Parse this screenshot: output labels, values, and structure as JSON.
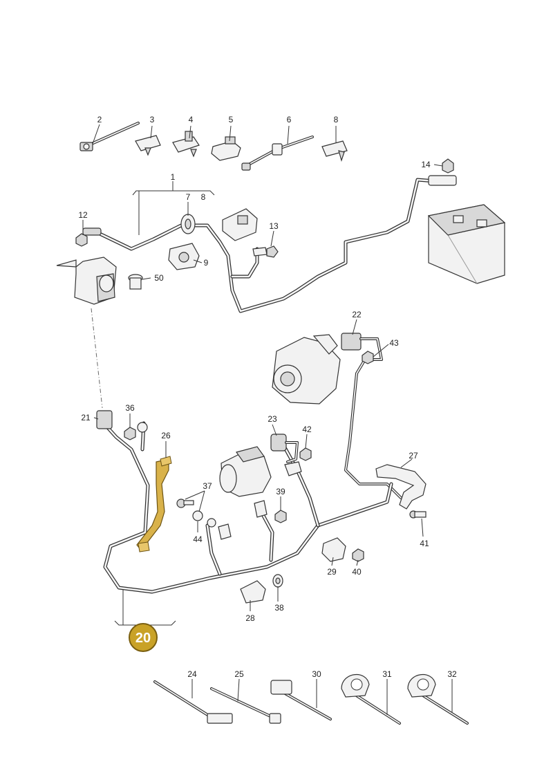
{
  "labels": {
    "l1": "1",
    "l2": "2",
    "l3": "3",
    "l4": "4",
    "l5": "5",
    "l6": "6",
    "l7": "7",
    "l8": "8",
    "l9": "9",
    "l12": "12",
    "l13": "13",
    "l14": "14",
    "l20": "20",
    "l21": "21",
    "l22": "22",
    "l23": "23",
    "l24": "24",
    "l25": "25",
    "l26": "26",
    "l27": "27",
    "l28": "28",
    "l29": "29",
    "l30": "30",
    "l31": "31",
    "l32": "32",
    "l36": "36",
    "l37": "37",
    "l38": "38",
    "l39": "39",
    "l40": "40",
    "l41": "41",
    "l42": "42",
    "l43": "43",
    "l44": "44",
    "l50": "50"
  },
  "colors": {
    "highlight_badge": "#c9a227",
    "highlight_part": "#d9b24a"
  }
}
